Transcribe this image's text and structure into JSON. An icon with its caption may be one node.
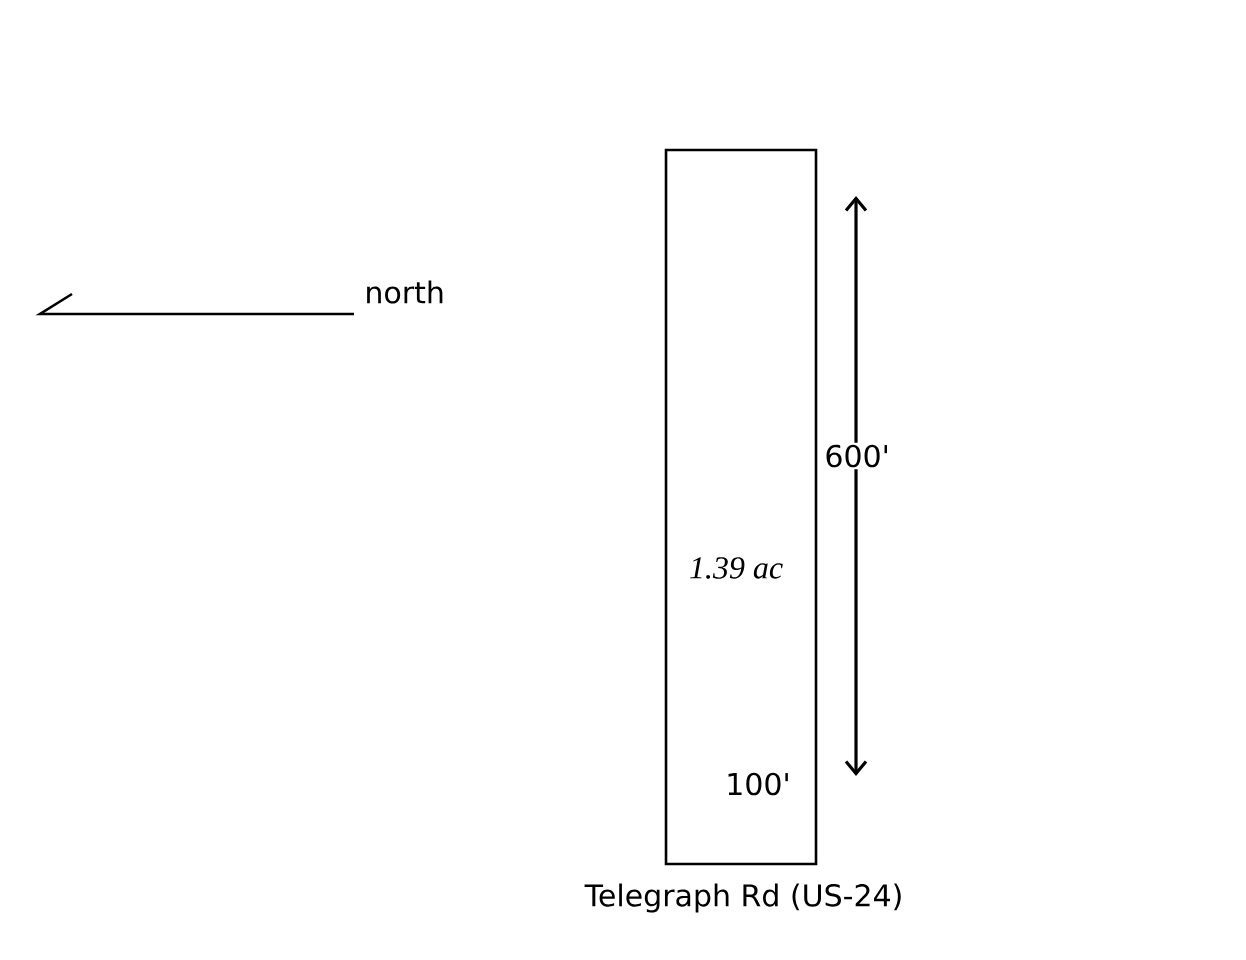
{
  "diagram": {
    "nodes": [
      {
        "text": [
          "1.39 ac",
          "100'"
        ]
      }
    ],
    "labels": [
      "north",
      "600'",
      "Telegraph Rd (US-24)"
    ]
  }
}
